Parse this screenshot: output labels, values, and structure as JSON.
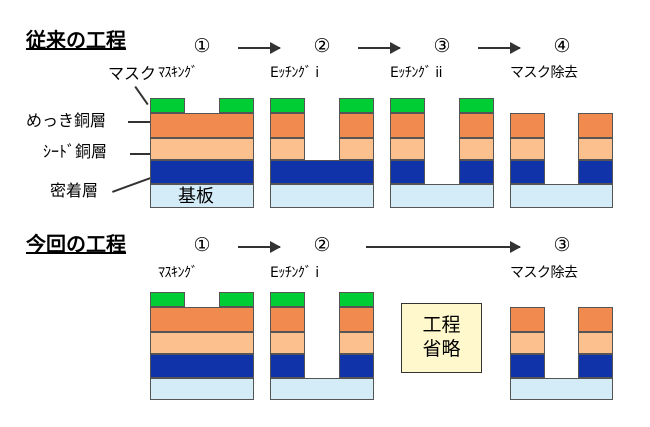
{
  "sections": {
    "conventional": {
      "title": "従来の工程",
      "steps": [
        {
          "num": "①",
          "label": "ﾏｽｷﾝｸﾞ"
        },
        {
          "num": "②",
          "label": "Eｯﾁﾝｸﾞ i"
        },
        {
          "num": "③",
          "label": "Eｯﾁﾝｸﾞ ii"
        },
        {
          "num": "④",
          "label": "マスク除去"
        }
      ]
    },
    "current": {
      "title": "今回の工程",
      "steps": [
        {
          "num": "①",
          "label": "ﾏｽｷﾝｸﾞ"
        },
        {
          "num": "②",
          "label": "Eｯﾁﾝｸﾞ i"
        },
        {
          "num": "③",
          "label": "マスク除去"
        }
      ],
      "omitted": {
        "line1": "工程",
        "line2": "省略"
      }
    }
  },
  "layers": {
    "mask": "マスク",
    "plating": "めっき銅層",
    "seed": "ｼｰﾄﾞ銅層",
    "adhesion": "密着層",
    "substrate": "基板"
  },
  "colors": {
    "mask": "#00cc33",
    "plating_copper": "#f08a4f",
    "seed_copper": "#fbc08e",
    "adhesion": "#1133aa",
    "substrate": "#d4ecf8"
  }
}
